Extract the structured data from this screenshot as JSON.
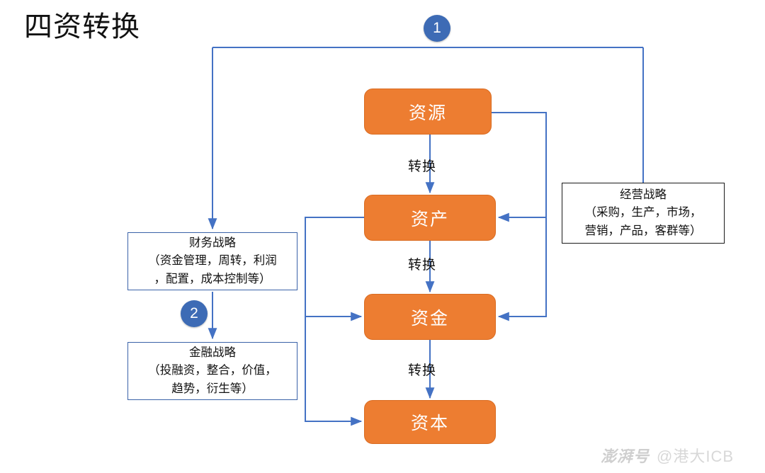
{
  "page": {
    "title": "四资转换",
    "background_color": "#ffffff",
    "accent_blue": "#4472C4",
    "node_orange": "#ED7D31",
    "badge_blue": "#3D6BB5"
  },
  "nodes": [
    {
      "id": "resource",
      "label": "资源"
    },
    {
      "id": "asset",
      "label": "资产"
    },
    {
      "id": "fund",
      "label": "资金"
    },
    {
      "id": "capital",
      "label": "资本"
    }
  ],
  "edge_labels": [
    {
      "id": "resource-to-asset",
      "label": "转换"
    },
    {
      "id": "asset-to-fund",
      "label": "转换"
    },
    {
      "id": "fund-to-capital",
      "label": "转换"
    }
  ],
  "strategies": [
    {
      "id": "finance-strategy",
      "title": "财务战略",
      "detail": "（资金管理，周转，利润\n，配置，成本控制等）",
      "border_color": "#3A62A8"
    },
    {
      "id": "financial-strategy",
      "title": "金融战略",
      "detail": "（投融资，整合，价值，\n趋势，衍生等）",
      "border_color": "#3A62A8"
    },
    {
      "id": "operation-strategy",
      "title": "经营战略",
      "detail": "（采购，生产，市场，\n营销，产品，客群等）",
      "border_color": "#1a1a1a"
    }
  ],
  "badges": [
    {
      "id": "badge-1",
      "label": "1"
    },
    {
      "id": "badge-2",
      "label": "2"
    }
  ],
  "watermark": {
    "logo_text": "澎湃号",
    "account_text": "@港大ICB"
  }
}
